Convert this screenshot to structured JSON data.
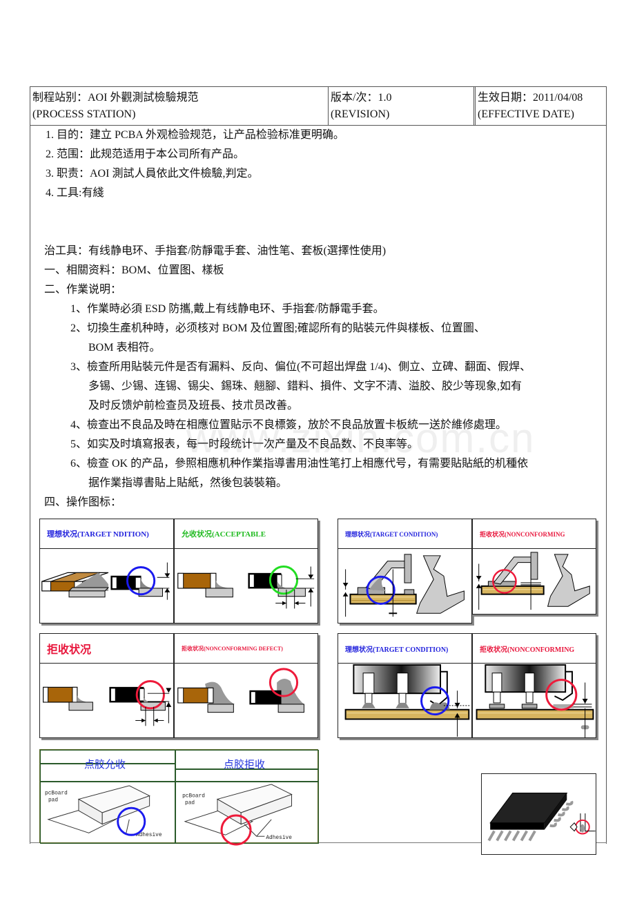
{
  "header": {
    "process_station_label": "制程站别：AOI 外觀測試檢驗規范",
    "process_station_en": "(PROCESS STATION)",
    "revision_label": "版本/次：1.0",
    "revision_en": "(REVISION)",
    "effective_date_label": "生效日期：2011/04/08",
    "effective_date_en": "(EFFECTIVE DATE)"
  },
  "sections": {
    "numbered": [
      "1.  目的：建立 PCBA 外观检验规范，让产品检验标准更明确。",
      "2.  范围：此规范适用于本公司所有产品。",
      "3.  职责：AOI 測試人員依此文件檢驗,判定。",
      "4.  工具:有綫"
    ],
    "fixtures": "治工具：有线静电环、手指套/防靜電手套、油性笔、套板(選擇性使用)",
    "related_docs": "一、相關资料：BOM、位置图、樣板",
    "work_instructions_title": "二、作業说明：",
    "work_instructions": [
      "1、作業時必須 ESD 防攜,戴上有线静电环、手指套/防靜電手套。",
      "2、切換生產机种時，必须核对 BOM 及位置图;確認所有的貼裝元件與樣板、位置圖、",
      "BOM 表相符。",
      "3、檢查所用貼裝元件是否有漏料、反向、偏位(不可超出焊盘 1/4)、側立、立碑、翻面、假焊、",
      "多锡、少锡、连锡、锡尖、錫珠、翹腳、錯料、損件、文字不清、溢胶、胶少等现象,如有",
      "及时反馈炉前检查员及班長、技朮员改善。",
      "4、檢查出不良品及時在相應位置貼示不良標簽，放於不良品放置卡板統一送於維修處理。",
      "5、如实及时填寫报表，每一时段统计一次产量及不良品数、不良率等。",
      "6、檢查 OK  的产品，參照相應机种作業指導書用油性笔打上相應代号，有需要貼貼紙的机種依",
      "据作業指導書貼上貼紙，然後包装裝箱。"
    ],
    "operation_icons_title": "四、操作图标："
  },
  "watermark": "www.zixin.com.cn",
  "figures": {
    "chip_target": "理想状况(TARGET NDITION)",
    "chip_acceptable": "允收状况(ACCEPTABLE",
    "gullwing_target": "理想状况(TARGET CONDITION)",
    "gullwing_nonconforming": "拒收状况(NONCONFORMING",
    "chip_reject": "拒收状况",
    "chip_reject_defect": "拒收状况(NONCONFORMING DEFECT)",
    "jlead_target": "理想状况(TARGET CONDITION)",
    "jlead_nonconforming": "拒收状况(NONCONFORMING",
    "glue_accept": "点胶允收",
    "glue_reject": "点胶拒收",
    "pcboard_pad": "pcBoard pad",
    "adhesive": "Adhesive"
  },
  "colors": {
    "target_blue": "#2222dd",
    "accept_green": "#22bb22",
    "reject_red": "#e8163c"
  }
}
